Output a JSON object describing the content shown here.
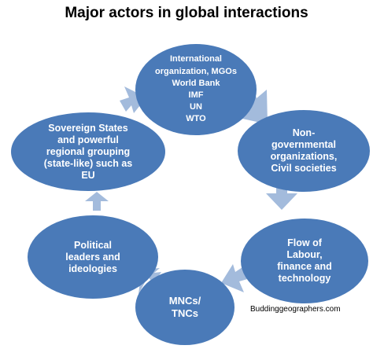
{
  "title": "Major actors in global interactions",
  "nodes": {
    "top": [
      "International",
      "organization, MGOs",
      "World Bank",
      "IMF",
      "UN",
      "WTO"
    ],
    "left": [
      "Sovereign States",
      "and powerful",
      "regional grouping",
      "(state-like) such as",
      "EU"
    ],
    "right": [
      "Non-",
      "governmental",
      "organizations,",
      "Civil societies"
    ],
    "bottom_right": [
      "Flow of",
      "Labour,",
      "finance and",
      "technology"
    ],
    "bottom": [
      "MNCs/",
      "TNCs"
    ],
    "bottom_left": [
      "Political",
      "leaders and",
      "ideologies"
    ]
  },
  "credit": "Buddinggeographers.com",
  "colors": {
    "node_fill": "#4a7ab8",
    "arrow_fill": "#a3bbdc",
    "node_text": "#ffffff"
  }
}
